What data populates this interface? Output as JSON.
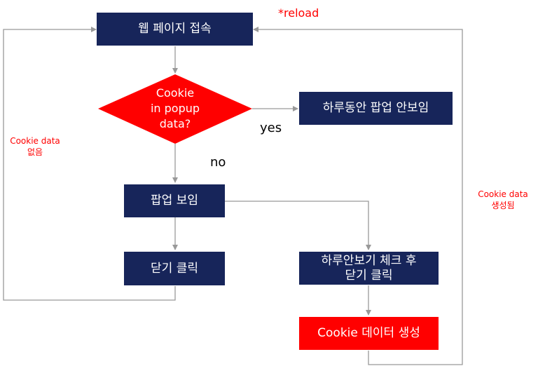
{
  "colors": {
    "box_fill": "#17255a",
    "alert_fill": "#ff0000",
    "connector": "#999999",
    "annotation": "#ff0000"
  },
  "nodes": {
    "visit": "웹 페이지 접속",
    "check": "Cookie\nin popup\ndata?",
    "hide_today": "하루동안 팝업 안보임",
    "show_popup": "팝업 보임",
    "close_click": "닫기 클릭",
    "check_close": "하루안보기 체크 후\n닫기 클릭",
    "create_cookie": "Cookie 데이터 생성"
  },
  "labels": {
    "reload": "*reload",
    "yes": "yes",
    "no": "no",
    "no_cookie": "Cookie data\n없음",
    "cookie_created": "Cookie data\n생성됨"
  }
}
